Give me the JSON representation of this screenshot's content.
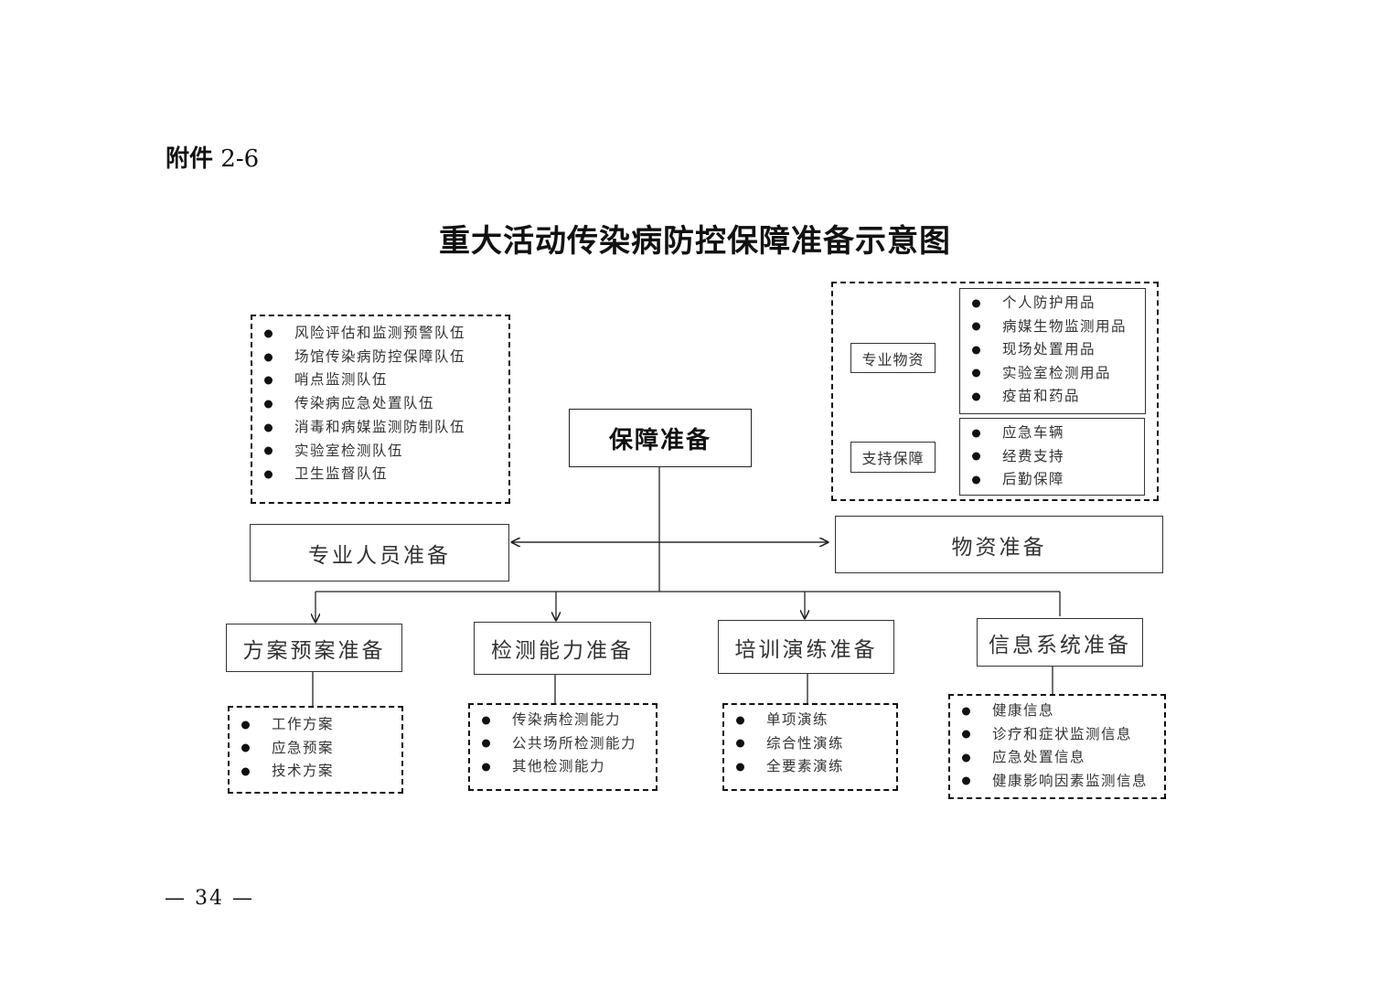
{
  "attachment": {
    "label": "附件",
    "number": "2-6"
  },
  "title": "重大活动传染病防控保障准备示意图",
  "center": "保障准备",
  "personnel": {
    "label": "专业人员准备",
    "items": [
      "风险评估和监测预警队伍",
      "场馆传染病防控保障队伍",
      "哨点监测队伍",
      "传染病应急处置队伍",
      "消毒和病媒监测防制队伍",
      "实验室检测队伍",
      "卫生监督队伍"
    ]
  },
  "materials": {
    "label": "物资准备",
    "professional": {
      "label": "专业物资",
      "items": [
        "个人防护用品",
        "病媒生物监测用品",
        "现场处置用品",
        "实验室检测用品",
        "疫苗和药品"
      ]
    },
    "support": {
      "label": "支持保障",
      "items": [
        "应急车辆",
        "经费支持",
        "后勤保障"
      ]
    }
  },
  "plan": {
    "label": "方案预案准备",
    "items": [
      "工作方案",
      "应急预案",
      "技术方案"
    ]
  },
  "detection": {
    "label": "检测能力准备",
    "items": [
      "传染病检测能力",
      "公共场所检测能力",
      "其他检测能力"
    ]
  },
  "training": {
    "label": "培训演练准备",
    "items": [
      "单项演练",
      "综合性演练",
      "全要素演练"
    ]
  },
  "info": {
    "label": "信息系统准备",
    "items": [
      "健康信息",
      "诊疗和症状监测信息",
      "应急处置信息",
      "健康影响因素监测信息"
    ]
  },
  "page_number": "34"
}
